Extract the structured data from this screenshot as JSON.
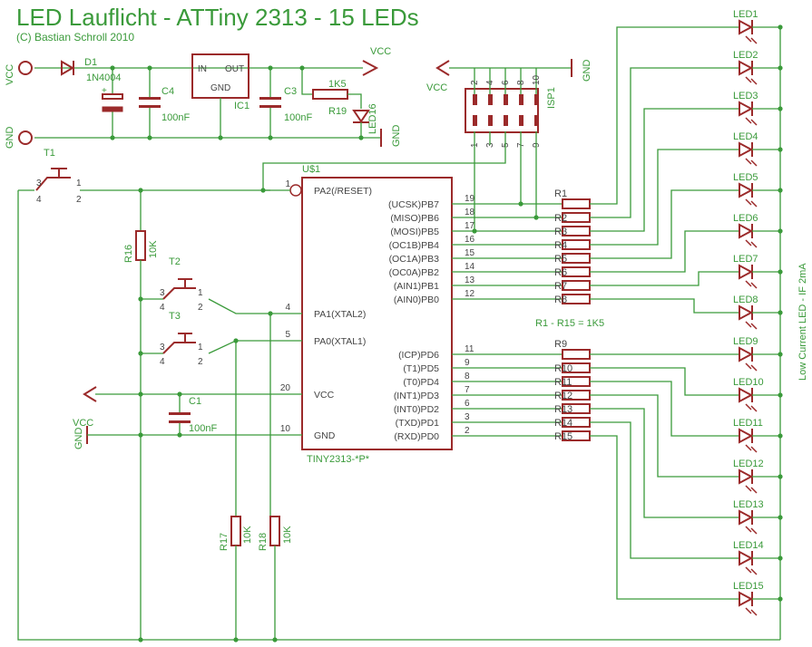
{
  "title": "LED Lauflicht - ATTiny 2313 - 15 LEDs",
  "copyright": "(C) Bastian Schroll 2010",
  "supply": {
    "vcc": "VCC",
    "gnd": "GND"
  },
  "power": {
    "d1": "D1",
    "d1_value": "1N4004",
    "c4": "C4",
    "c4_value": "100nF",
    "ic1": "IC1",
    "ic1_in": "IN",
    "ic1_out": "OUT",
    "ic1_gnd": "GND",
    "c3": "C3",
    "c3_value": "100nF",
    "r19": "R19",
    "r19_value": "1K5",
    "led16": "LED16"
  },
  "isp": {
    "name": "ISP1",
    "top_pins": [
      "2",
      "4",
      "6",
      "8",
      "10"
    ],
    "bottom_pins": [
      "1",
      "3",
      "5",
      "7",
      "9"
    ]
  },
  "mcu": {
    "name": "U$1",
    "part": "TINY2313-*P*",
    "left_pins": [
      {
        "num": "1",
        "label": "PA2(/RESET)"
      },
      {
        "num": "4",
        "label": "PA1(XTAL2)"
      },
      {
        "num": "5",
        "label": "PA0(XTAL1)"
      },
      {
        "num": "20",
        "label": "VCC"
      },
      {
        "num": "10",
        "label": "GND"
      }
    ],
    "right_pins": [
      {
        "num": "19",
        "label": "(UCSK)PB7"
      },
      {
        "num": "18",
        "label": "(MISO)PB6"
      },
      {
        "num": "17",
        "label": "(MOSI)PB5"
      },
      {
        "num": "16",
        "label": "(OC1B)PB4"
      },
      {
        "num": "15",
        "label": "(OC1A)PB3"
      },
      {
        "num": "14",
        "label": "(OC0A)PB2"
      },
      {
        "num": "13",
        "label": "(AIN1)PB1"
      },
      {
        "num": "12",
        "label": "(AIN0)PB0"
      },
      {
        "num": "11",
        "label": "(ICP)PD6"
      },
      {
        "num": "9",
        "label": "(T1)PD5"
      },
      {
        "num": "8",
        "label": "(T0)PD4"
      },
      {
        "num": "7",
        "label": "(INT1)PD3"
      },
      {
        "num": "6",
        "label": "(INT0)PD2"
      },
      {
        "num": "3",
        "label": "(TXD)PD1"
      },
      {
        "num": "2",
        "label": "(RXD)PD0"
      }
    ]
  },
  "buttons": {
    "t1": "T1",
    "t2": "T2",
    "t3": "T3",
    "pins": [
      "1",
      "2",
      "3",
      "4"
    ]
  },
  "pullups": {
    "r16": "R16",
    "r16_value": "10K",
    "r17": "R17",
    "r17_value": "10K",
    "r18": "R18",
    "r18_value": "10K"
  },
  "decoupling": {
    "c1": "C1",
    "c1_value": "100nF"
  },
  "resistors": [
    "R1",
    "R2",
    "R3",
    "R4",
    "R5",
    "R6",
    "R7",
    "R8",
    "R9",
    "R10",
    "R11",
    "R12",
    "R13",
    "R14",
    "R15"
  ],
  "resistor_note": "R1 - R15 = 1K5",
  "leds": [
    "LED1",
    "LED2",
    "LED3",
    "LED4",
    "LED5",
    "LED6",
    "LED7",
    "LED8",
    "LED9",
    "LED10",
    "LED11",
    "LED12",
    "LED13",
    "LED14",
    "LED15"
  ],
  "led_note": "Low Current LED - IF 2mA",
  "colors": {
    "wire": "#3a9a3a",
    "part": "#9b2a2a",
    "label": "#3a9a3a",
    "pin": "#444444"
  }
}
